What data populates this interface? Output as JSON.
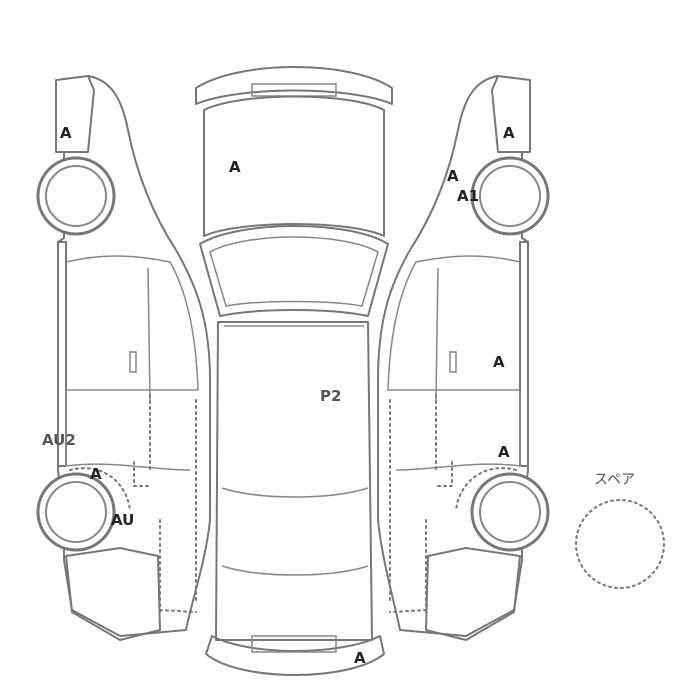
{
  "marks": {
    "left_front_fender": "A",
    "left_rear_fender": "A",
    "left_rear_quarter": "AU",
    "left_rocker": "AU2",
    "hood": "A",
    "roof": "P2",
    "rear_bumper": "A",
    "right_front_fender": "A",
    "right_front_wheel_arch_a": "A",
    "right_front_wheel_arch_a1": "A1",
    "right_front_door": "A",
    "right_rear_fender": "A"
  },
  "spare": {
    "label": "スペア"
  },
  "colors": {
    "outline": "#777777",
    "text": "#222222"
  }
}
